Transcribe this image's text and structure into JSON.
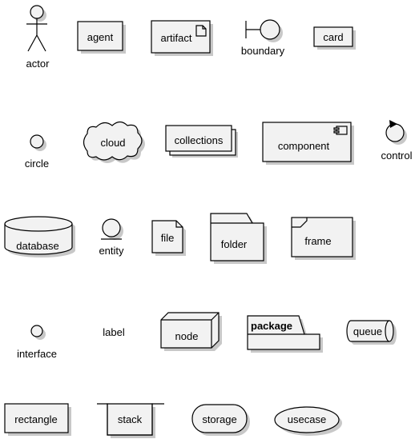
{
  "elements": {
    "actor": "actor",
    "agent": "agent",
    "artifact": "artifact",
    "boundary": "boundary",
    "card": "card",
    "circle": "circle",
    "cloud": "cloud",
    "collections": "collections",
    "component": "component",
    "control": "control",
    "database": "database",
    "entity": "entity",
    "file": "file",
    "folder": "folder",
    "frame": "frame",
    "interface": "interface",
    "label": "label",
    "node": "node",
    "package": "package",
    "queue": "queue",
    "rectangle": "rectangle",
    "stack": "stack",
    "storage": "storage",
    "usecase": "usecase"
  },
  "colors": {
    "fill": "#f2f2f2",
    "stroke": "#000000",
    "shadow": "#c8c8c8"
  }
}
